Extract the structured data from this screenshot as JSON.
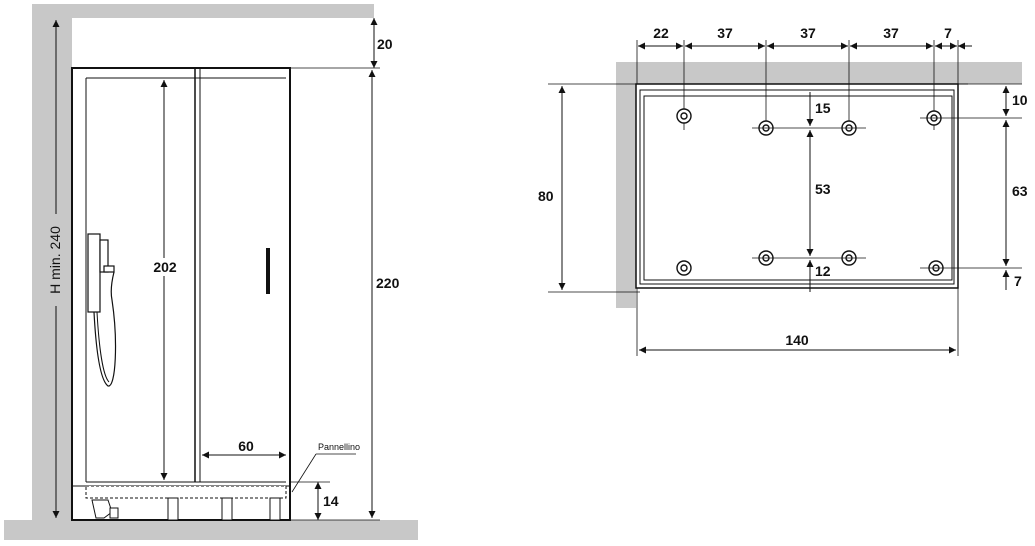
{
  "side_view": {
    "height_label": "H min. 240",
    "top_gap": "20",
    "total_height": "220",
    "door_height": "202",
    "door_width": "60",
    "panel_height": "14",
    "panel_label": "Pannellino"
  },
  "plan_view": {
    "spacing_top": [
      "22",
      "37",
      "37",
      "37",
      "7"
    ],
    "depth": "80",
    "width": "140",
    "inner_gap_top": "15",
    "inner_gap_mid": "53",
    "inner_gap_bottom": "12",
    "right_top": "10",
    "right_mid": "63",
    "right_bottom": "7"
  },
  "colors": {
    "wall": "#c8c8c8",
    "line": "#111111"
  }
}
